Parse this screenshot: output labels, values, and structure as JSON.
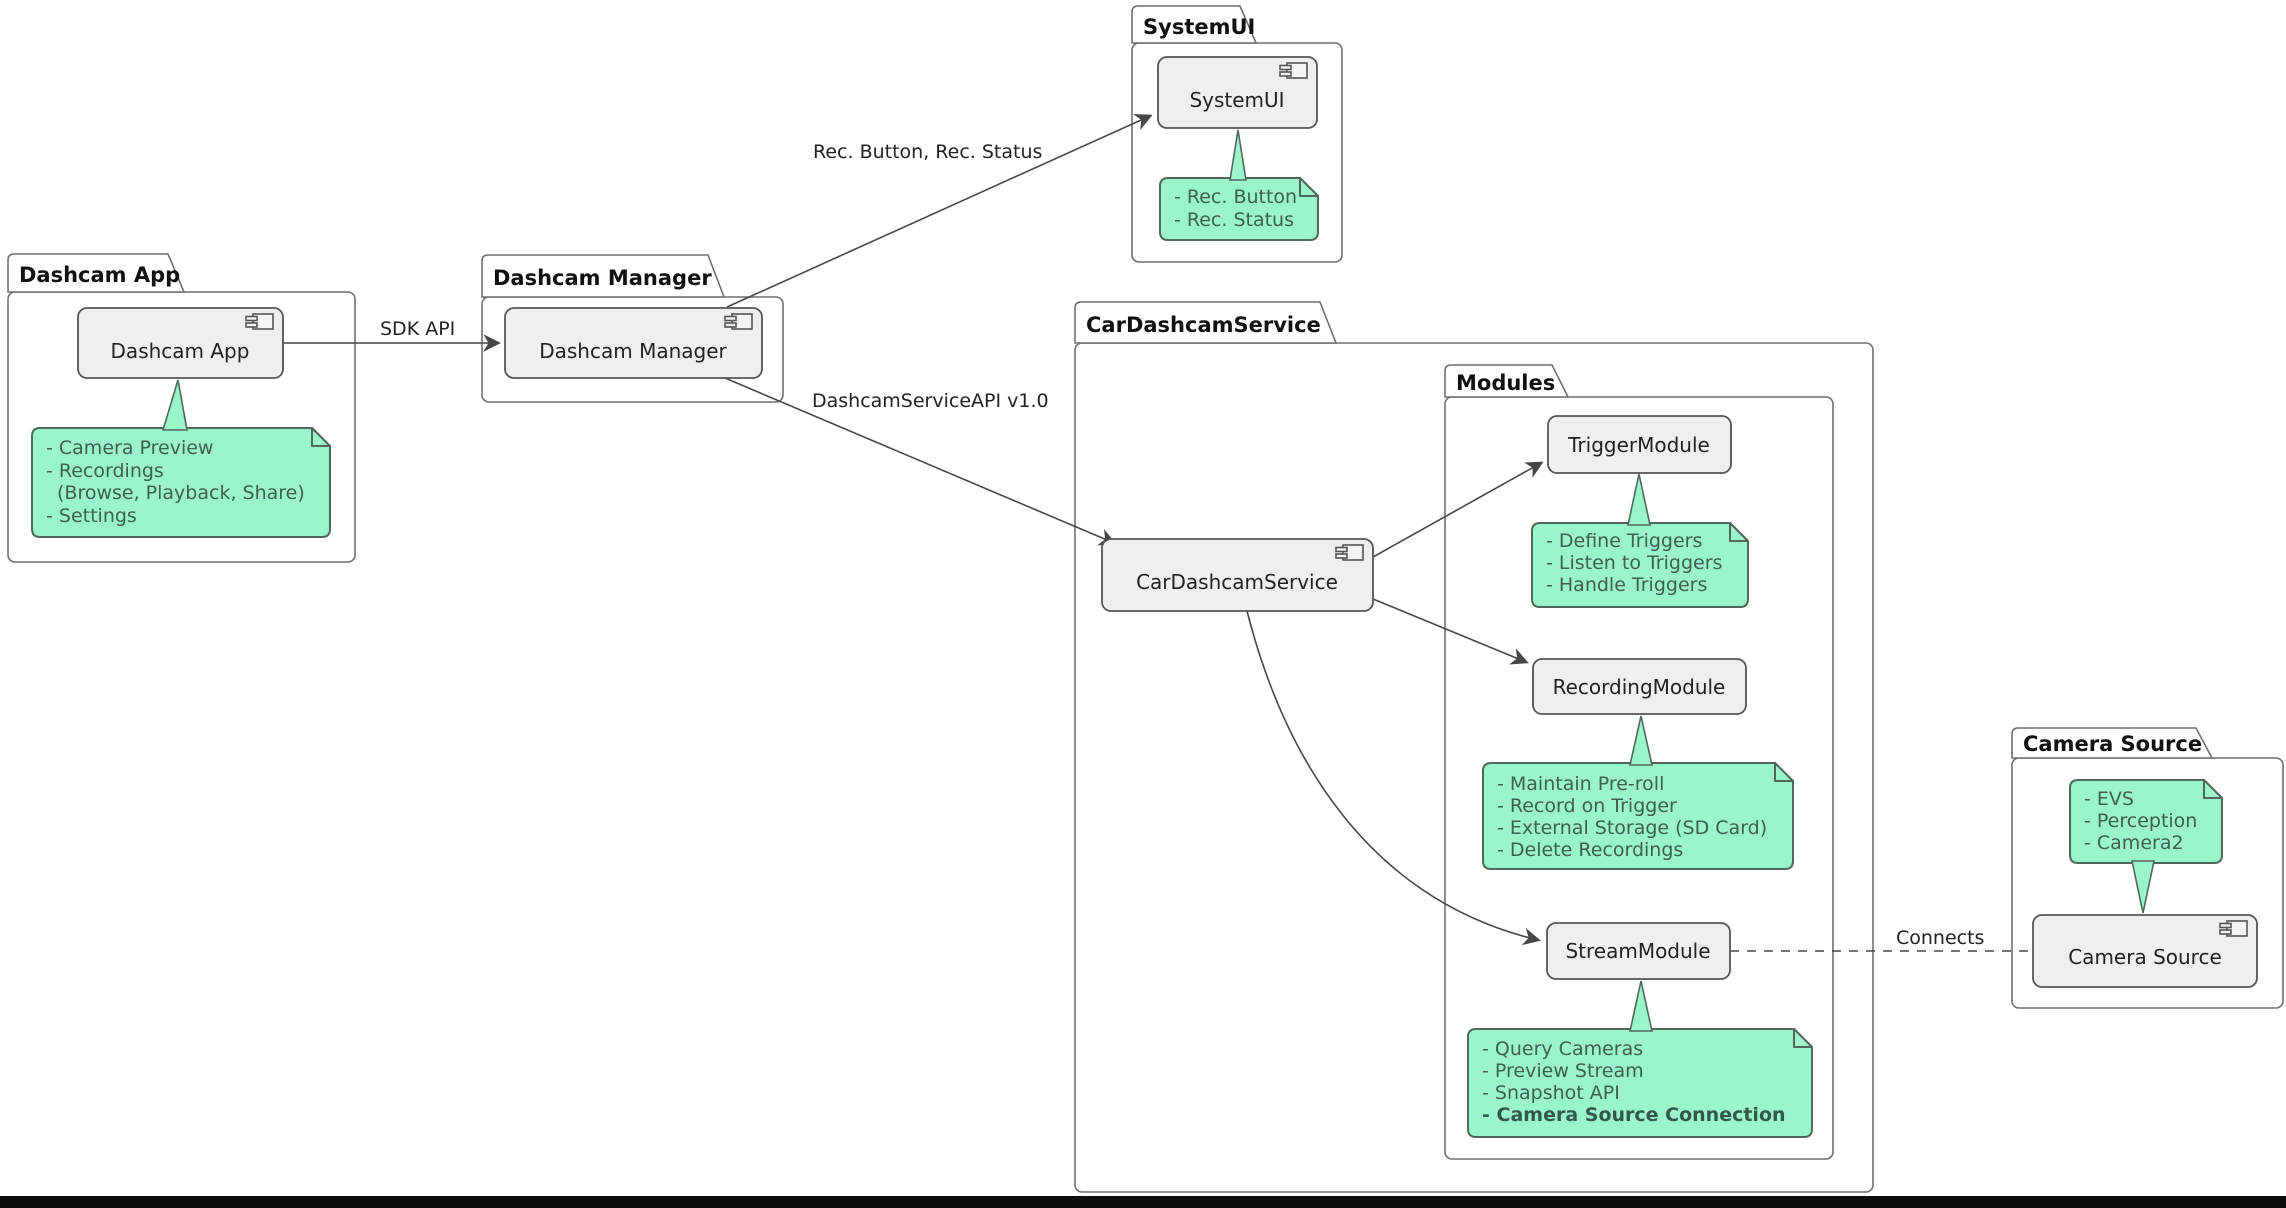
{
  "diagram_type": "uml-component-diagram",
  "colors": {
    "background": "#ffffff",
    "note_fill": "#9af5cb",
    "note_border": "#51675c",
    "note_text": "#3f5f50",
    "component_fill": "#efefef",
    "component_border": "#555555",
    "package_border": "#6f6f6f",
    "arrow": "#474747",
    "bottom_bar": "#0d0d0d"
  },
  "packages": {
    "dashcam_app": {
      "title": "Dashcam App"
    },
    "dashcam_manager": {
      "title": "Dashcam Manager"
    },
    "systemui": {
      "title": "SystemUI"
    },
    "car_dashcam_service": {
      "title": "CarDashcamService"
    },
    "modules": {
      "title": "Modules"
    },
    "camera_source": {
      "title": "Camera Source"
    }
  },
  "components": {
    "dashcam_app": {
      "label": "Dashcam App"
    },
    "dashcam_manager": {
      "label": "Dashcam Manager"
    },
    "systemui": {
      "label": "SystemUI"
    },
    "car_dashcam_service": {
      "label": "CarDashcamService"
    },
    "trigger_module": {
      "label": "TriggerModule"
    },
    "recording_module": {
      "label": "RecordingModule"
    },
    "stream_module": {
      "label": "StreamModule"
    },
    "camera_source": {
      "label": "Camera Source"
    }
  },
  "notes": {
    "dashcam_app": {
      "lines": [
        "- Camera Preview",
        "- Recordings",
        "(Browse, Playback, Share)",
        "- Settings"
      ]
    },
    "systemui": {
      "lines": [
        "- Rec. Button",
        "- Rec. Status"
      ]
    },
    "trigger_module": {
      "lines": [
        "- Define Triggers",
        "- Listen to Triggers",
        "- Handle Triggers"
      ]
    },
    "recording_module": {
      "lines": [
        "- Maintain Pre-roll",
        "- Record on Trigger",
        "- External Storage (SD Card)",
        "- Delete Recordings"
      ]
    },
    "stream_module": {
      "lines": [
        "- Query Cameras",
        "- Preview Stream",
        "- Snapshot API",
        "- Camera Source Connection"
      ]
    },
    "camera_source": {
      "lines": [
        "- EVS",
        "- Perception",
        "- Camera2"
      ]
    }
  },
  "edges": {
    "sdk_api": {
      "label": "SDK API"
    },
    "rec_button_status": {
      "label": "Rec. Button, Rec. Status"
    },
    "dashcam_service_api": {
      "label": "DashcamServiceAPI v1.0"
    },
    "connects": {
      "label": "Connects"
    }
  }
}
